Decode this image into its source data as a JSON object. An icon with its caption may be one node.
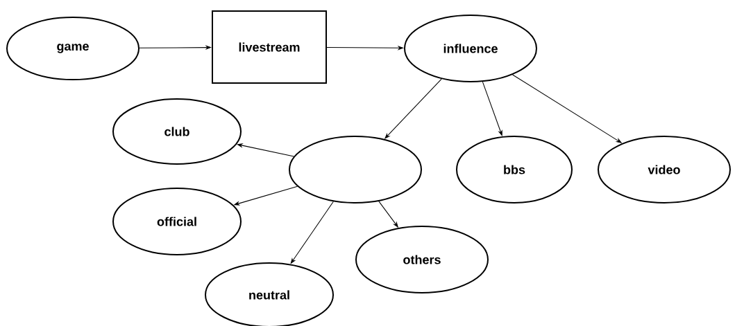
{
  "diagram": {
    "nodes": [
      {
        "text": [
          "game"
        ]
      },
      {
        "text": [
          "livestream"
        ]
      },
      {
        "text": [
          "influence"
        ]
      },
      {
        "text": [
          "club"
        ]
      },
      {
        "text": [],
        "shape": "ellipse"
      },
      {
        "text": [
          "bbs"
        ]
      },
      {
        "text": [
          "video"
        ]
      },
      {
        "text": [
          "official"
        ]
      },
      {
        "text": [
          "others"
        ]
      },
      {
        "text": [
          "neutral"
        ]
      }
    ],
    "edges": [
      {
        "from": 0,
        "to": 1,
        "arrow": "to"
      },
      {
        "from": 1,
        "to": 2,
        "arrow": "to"
      },
      {
        "from": 2,
        "to": 4,
        "arrow": "to"
      },
      {
        "from": 2,
        "to": 5,
        "arrow": "to"
      },
      {
        "from": 2,
        "to": 6,
        "arrow": "to"
      },
      {
        "from": 4,
        "to": 3,
        "arrow": "to"
      },
      {
        "from": 4,
        "to": 7,
        "arrow": "to"
      },
      {
        "from": 4,
        "to": 9,
        "arrow": "to"
      },
      {
        "from": 4,
        "to": 8,
        "arrow": "to"
      }
    ]
  }
}
